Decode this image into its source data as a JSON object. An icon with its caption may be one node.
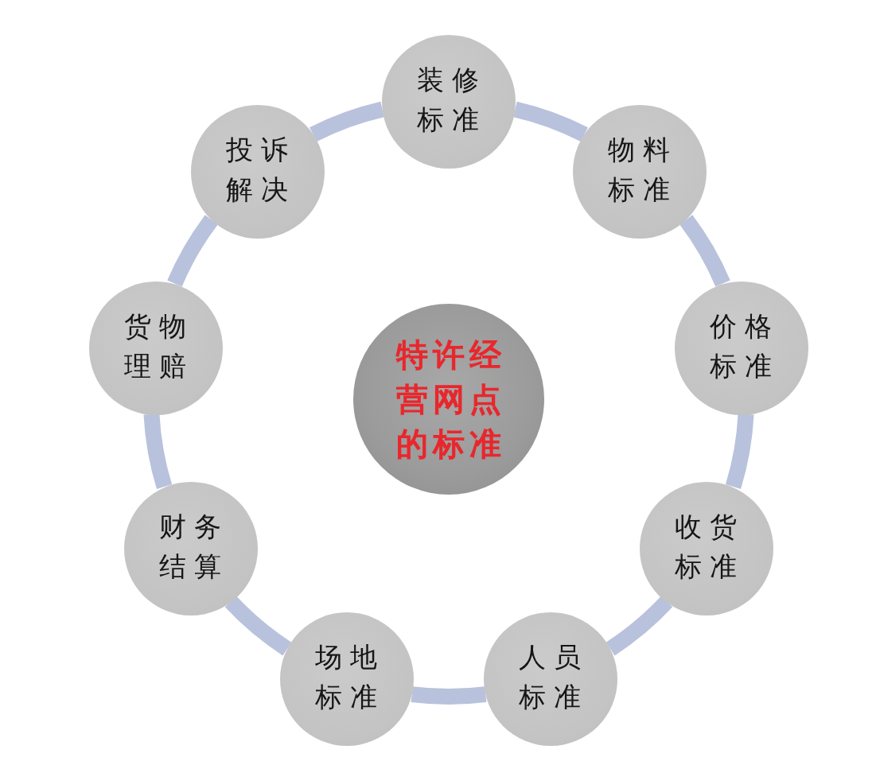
{
  "diagram": {
    "nodes": [
      {
        "text": [
          "特许经营网点的标准"
        ]
      },
      {
        "text": [
          "装修标准"
        ]
      },
      {
        "text": [
          "物料标准"
        ]
      },
      {
        "text": [
          "价格标准"
        ]
      },
      {
        "text": [
          "收货标准"
        ]
      },
      {
        "text": [
          "人员标准"
        ]
      },
      {
        "text": [
          "场地标准"
        ]
      },
      {
        "text": [
          "财务结算"
        ]
      },
      {
        "text": [
          "货物理赔"
        ]
      },
      {
        "text": [
          "投诉解决"
        ]
      }
    ],
    "edges": [
      {
        "from": 1,
        "to": 2,
        "arrow": "none"
      },
      {
        "from": 2,
        "to": 3,
        "arrow": "none"
      },
      {
        "from": 3,
        "to": 4,
        "arrow": "none"
      },
      {
        "from": 4,
        "to": 5,
        "arrow": "none"
      },
      {
        "from": 5,
        "to": 6,
        "arrow": "none"
      },
      {
        "from": 6,
        "to": 7,
        "arrow": "none"
      },
      {
        "from": 7,
        "to": 8,
        "arrow": "none"
      },
      {
        "from": 8,
        "to": 9,
        "arrow": "none"
      },
      {
        "from": 9,
        "to": 1,
        "arrow": "none"
      }
    ]
  }
}
